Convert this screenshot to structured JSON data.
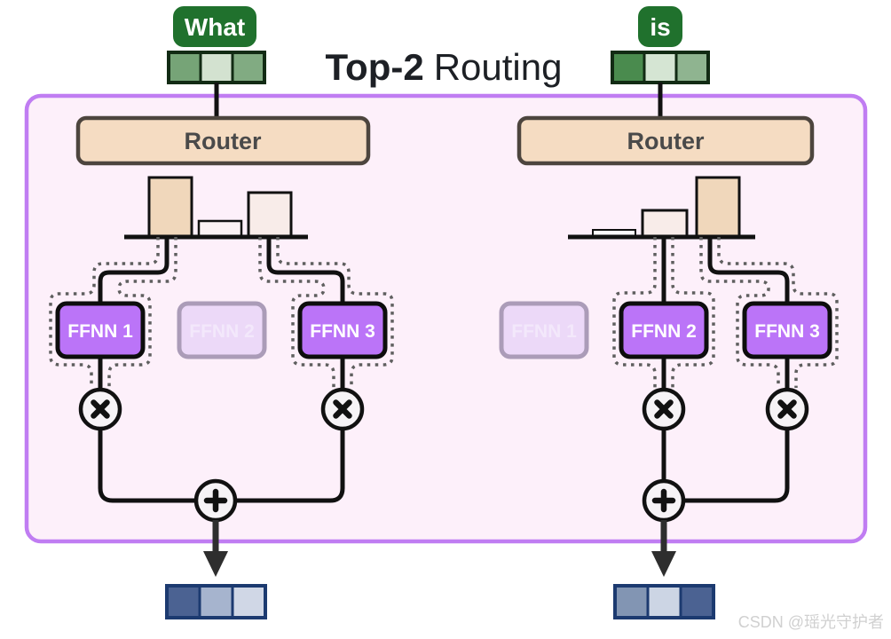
{
  "title": {
    "bold": "Top-2",
    "regular": "Routing"
  },
  "watermark": "CSDN @瑶光守护者",
  "colors": {
    "container_fill": "#fdf0fa",
    "container_border": "#c07df2",
    "router_fill": "#f5dcc2",
    "router_border": "#4d453e",
    "router_text": "#4a4a4a",
    "token_fill": "#20712d",
    "token_text": "#ffffff",
    "embedding_border": "#122b14",
    "expert_active_fill": "#bb74f8",
    "expert_active_border": "#0d0d0d",
    "expert_active_text": "#ffffff",
    "expert_inactive_fill": "#ecd9f8",
    "expert_inactive_border": "#ab9cb8",
    "expert_inactive_text": "#f3e8fb",
    "line": "#111111",
    "dotted_outline": "#5f5f5f",
    "op_circle_fill": "#f6f3f6",
    "arrow": "#2e2e2e",
    "output_border": "#1c3a70",
    "watermark_text": "#d0d0d0"
  },
  "panels": [
    {
      "token": {
        "label": "What",
        "embedding_cells": [
          "#76a477",
          "#d3e2d0",
          "#81ab82"
        ]
      },
      "router_label": "Router",
      "routing_weights": {
        "type": "bar",
        "categories": [
          "FFNN 1",
          "FFNN 2",
          "FFNN 3"
        ],
        "values": [
          0.62,
          0.17,
          0.46
        ],
        "bar_fills": [
          "#f0d7bb",
          "#fbf2f4",
          "#f8ece9"
        ],
        "selected_top2": [
          "FFNN 1",
          "FFNN 3"
        ]
      },
      "experts": [
        {
          "label": "FFNN 1",
          "selected": true
        },
        {
          "label": "FFNN 2",
          "selected": false
        },
        {
          "label": "FFNN 3",
          "selected": true
        }
      ],
      "output_cells": [
        "#4b6292",
        "#a6b4ce",
        "#d0d7e6"
      ]
    },
    {
      "token": {
        "label": "is",
        "embedding_cells": [
          "#4a8b4e",
          "#d5e5d3",
          "#8fb490"
        ]
      },
      "router_label": "Router",
      "routing_weights": {
        "type": "bar",
        "categories": [
          "FFNN 1",
          "FFNN 2",
          "FFNN 3"
        ],
        "values": [
          0.07,
          0.28,
          0.62
        ],
        "bar_fills": [
          "#fdfbfd",
          "#f8ece9",
          "#f0d7bb"
        ],
        "selected_top2": [
          "FFNN 2",
          "FFNN 3"
        ]
      },
      "experts": [
        {
          "label": "FFNN 1",
          "selected": false
        },
        {
          "label": "FFNN 2",
          "selected": true
        },
        {
          "label": "FFNN 3",
          "selected": true
        }
      ],
      "output_cells": [
        "#8295b3",
        "#ccd5e4",
        "#4b6292"
      ]
    }
  ],
  "operators": {
    "multiply": "×",
    "add": "+"
  }
}
